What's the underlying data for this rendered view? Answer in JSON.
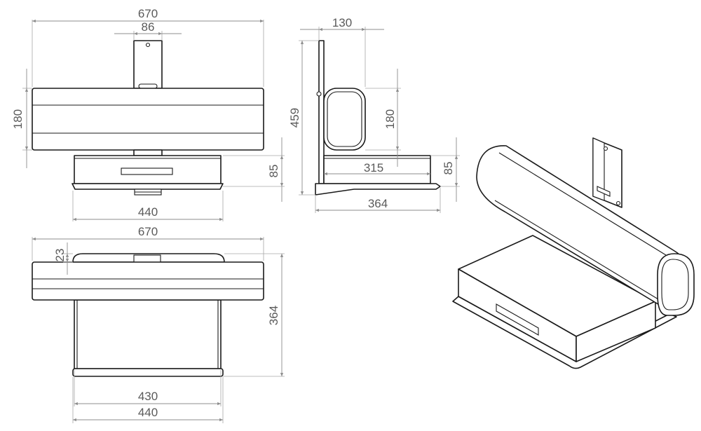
{
  "front_view": {
    "overall_width": "670",
    "bracket_width": "86",
    "roll_height": "180",
    "drawer_height": "85",
    "drawer_width": "440"
  },
  "side_view": {
    "roll_depth": "130",
    "total_height": "459",
    "roll_height": "180",
    "drawer_depth": "315",
    "drawer_height": "85",
    "overall_depth": "364"
  },
  "top_view": {
    "overall_width": "670",
    "offset": "23",
    "depth": "364",
    "inner_width": "430",
    "outer_width": "440"
  },
  "colors": {
    "line": "#1a1a1a",
    "dimension": "#8c8c8c",
    "text": "#5a5a5a"
  }
}
